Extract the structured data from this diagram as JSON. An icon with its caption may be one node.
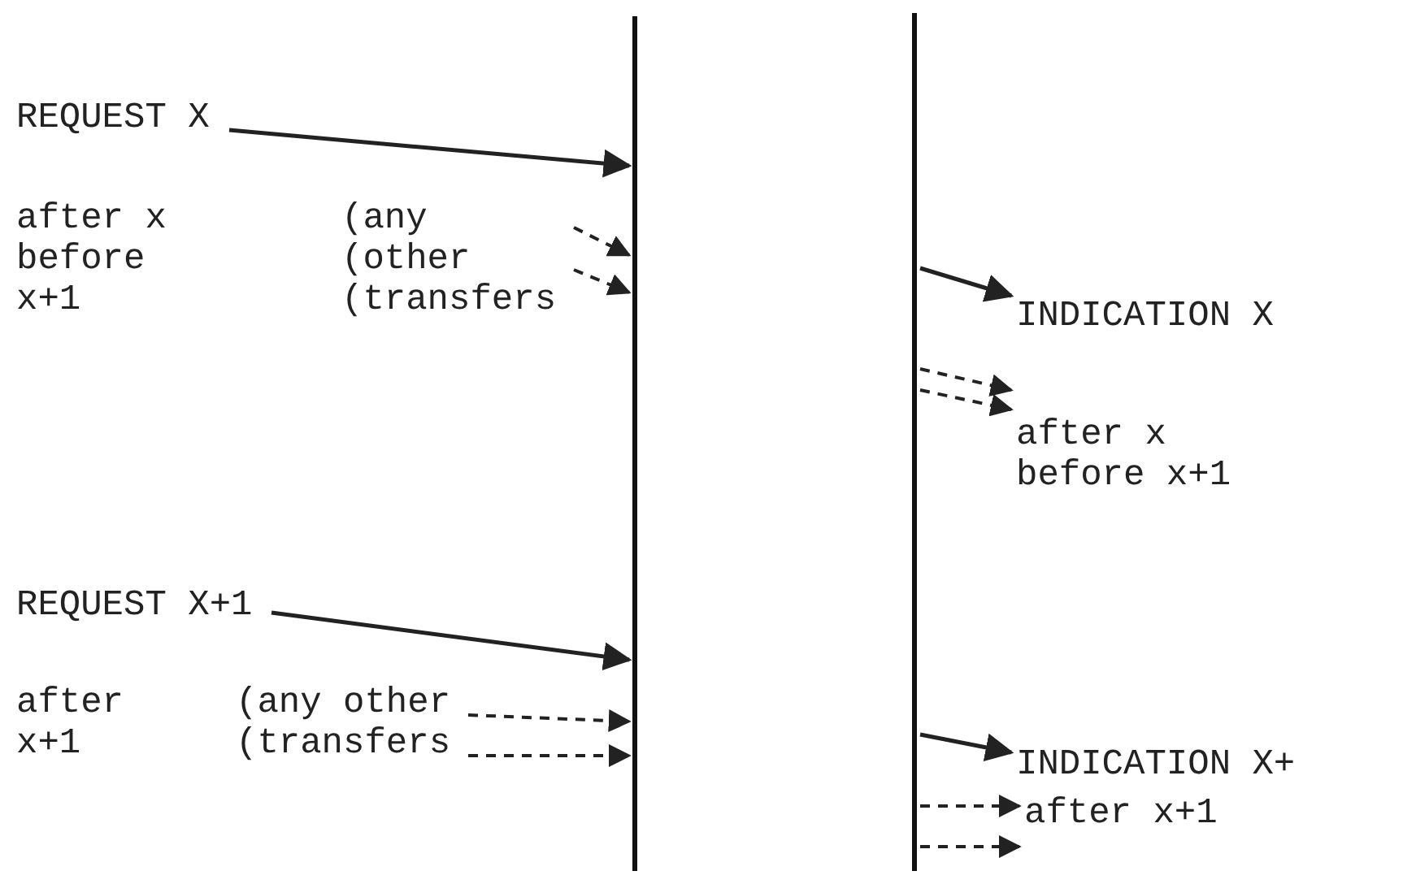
{
  "diagram": {
    "nodes": [
      {
        "text": [],
        "shape": "bar"
      },
      {
        "text": [],
        "shape": "bar"
      },
      {
        "text": [
          "REQUEST X"
        ]
      },
      {
        "text": [
          "(any (other (transfers"
        ]
      },
      {
        "text": [
          "INDICATION X"
        ]
      },
      {
        "text": [
          "after x before x+1"
        ]
      },
      {
        "text": [
          "REQUEST X+1"
        ]
      },
      {
        "text": [
          "(any other (transfers"
        ]
      },
      {
        "text": [
          "INDICATION X+"
        ]
      },
      {
        "text": [
          "after x+1"
        ]
      }
    ],
    "edges": [
      {
        "from": 2,
        "to": 0,
        "arrow": "to"
      },
      {
        "from": 3,
        "to": 0,
        "arrow": "to",
        "style": "dashed"
      },
      {
        "from": 3,
        "to": 0,
        "arrow": "to",
        "style": "dashed"
      },
      {
        "from": 1,
        "to": 4,
        "arrow": "to"
      },
      {
        "from": 1,
        "to": 5,
        "arrow": "to",
        "style": "dashed"
      },
      {
        "from": 1,
        "to": 5,
        "arrow": "to",
        "style": "dashed"
      },
      {
        "from": 6,
        "to": 0,
        "arrow": "to"
      },
      {
        "from": 7,
        "to": 0,
        "arrow": "to",
        "style": "dashed"
      },
      {
        "from": 7,
        "to": 0,
        "arrow": "to",
        "style": "dashed"
      },
      {
        "from": 1,
        "to": 8,
        "arrow": "to"
      },
      {
        "from": 1,
        "to": 9,
        "arrow": "to",
        "style": "dashed"
      },
      {
        "from": 1,
        "to": 9,
        "arrow": "to",
        "style": "dashed"
      }
    ],
    "labels": [
      "after x before x+1",
      "after x+1"
    ]
  }
}
